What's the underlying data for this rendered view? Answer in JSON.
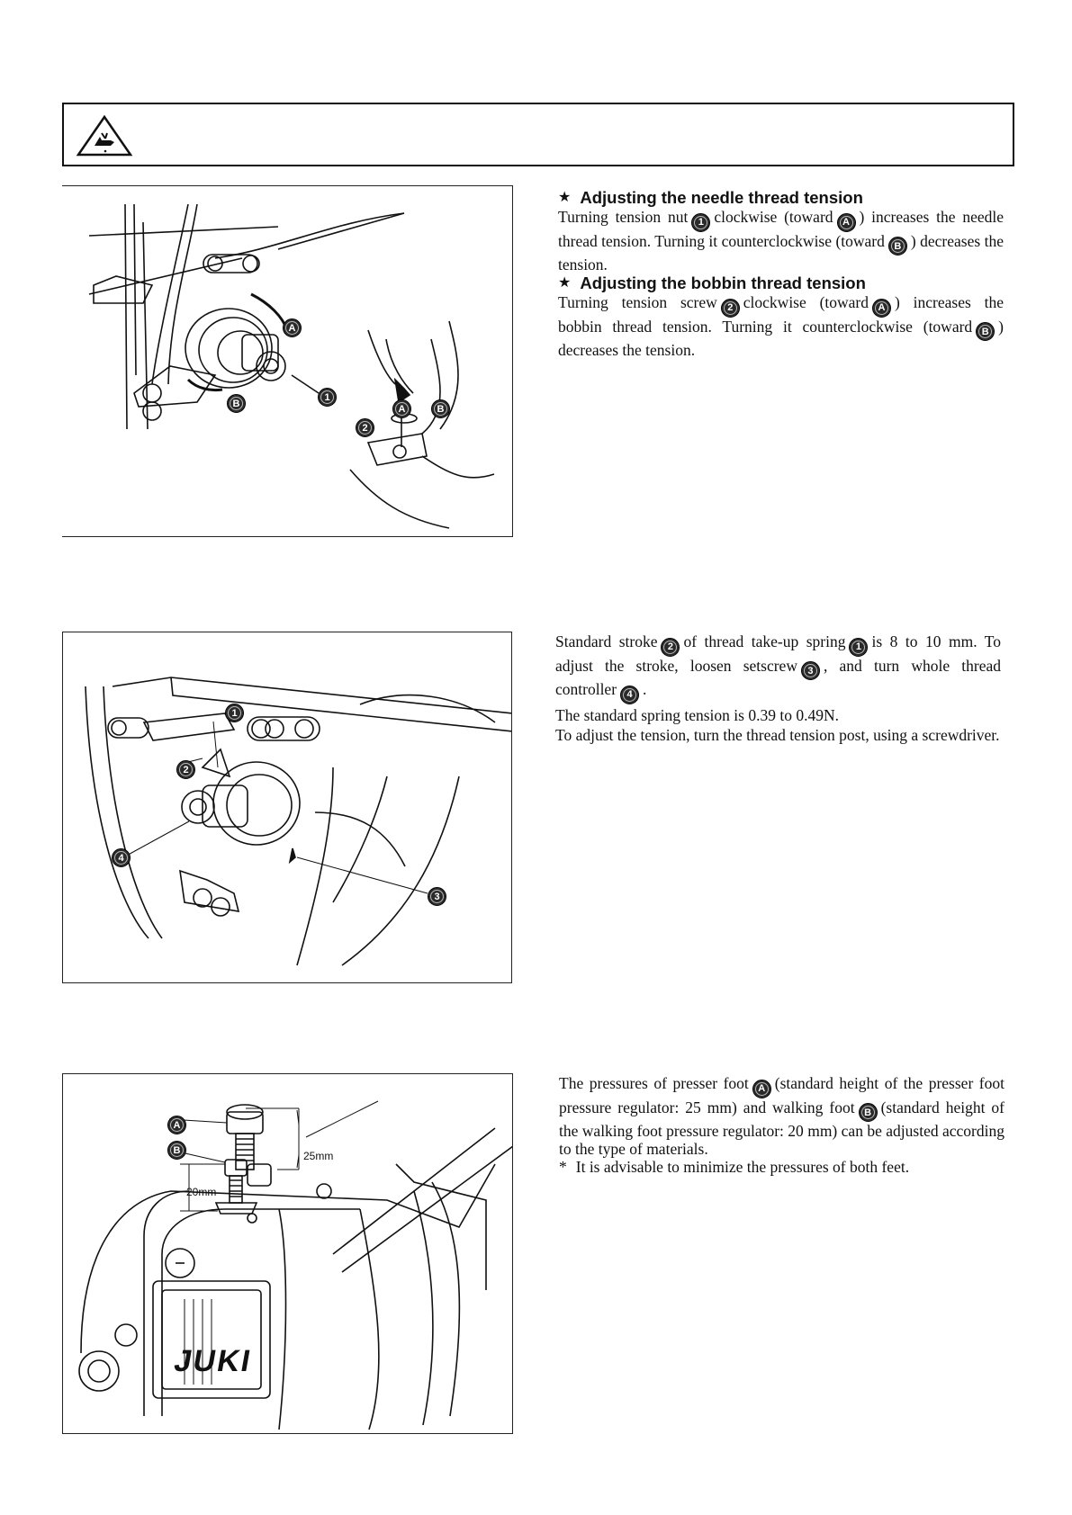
{
  "sections": {
    "needle": {
      "heading": "Adjusting the needle thread tension",
      "p1": "Turning tension nut",
      "p2": "clockwise (toward",
      "p3": ") increases the needle thread tension.  Turning it counterclockwise (toward",
      "p4": ") decreases the tension."
    },
    "bobbin": {
      "heading": "Adjusting the bobbin thread tension",
      "p1": "Turning tension screw",
      "p2": "clockwise (toward",
      "p3": ") increases the bobbin thread tension.  Turning it counterclockwise (toward",
      "p4": ") decreases the tension."
    },
    "stroke": {
      "p1": "Standard stroke",
      "p2": "of thread take-up spring",
      "p3": "is 8 to 10 mm.  To adjust the stroke, loosen setscrew",
      "p4": ", and turn whole thread controller",
      "p5": ".",
      "line2": "The standard spring tension is 0.39 to 0.49N.",
      "line3": "To adjust the tension, turn the thread tension post, using a screwdriver."
    },
    "pressure": {
      "p1": "The pressures of presser foot",
      "p2": "(standard height of the presser foot pressure regulator: 25 mm) and walking foot",
      "p3": "(standard height of the walking foot pressure regulator: 20 mm) can be adjusted according to the type of materials.",
      "note_mark": "*",
      "note": "It is advisable to minimize the pressures of both feet."
    }
  },
  "callouts": {
    "one": "1",
    "two": "2",
    "three": "3",
    "four": "4",
    "A": "A",
    "B": "B"
  },
  "figure_labels": {
    "dim_25": "25mm",
    "dim_20": "20mm",
    "brand": "JUKI"
  },
  "icons": {
    "star": "★",
    "warning": "hand-injury-warning-icon"
  }
}
